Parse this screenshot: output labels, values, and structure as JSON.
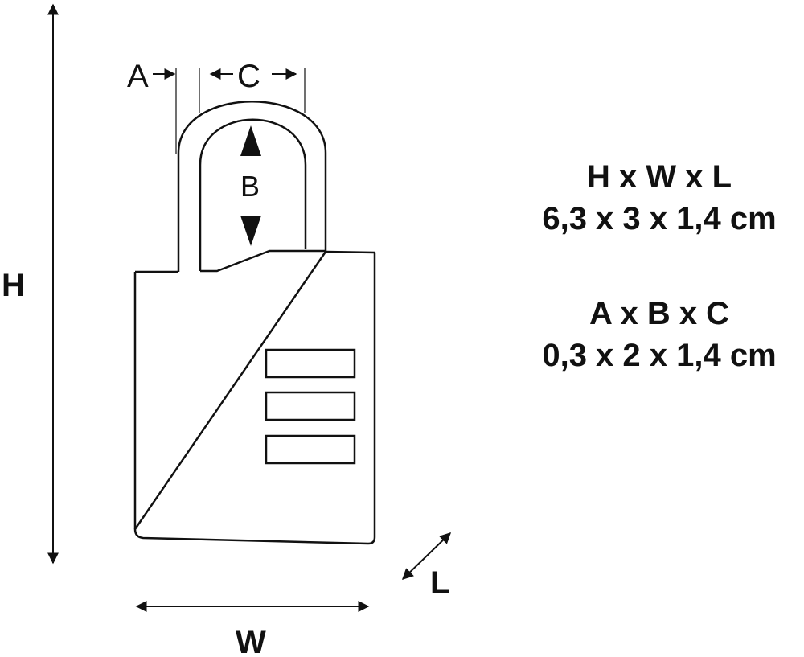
{
  "labels": {
    "height": "H",
    "width": "W",
    "length": "L",
    "shackle_thickness": "A",
    "shackle_clearance": "B",
    "shackle_width": "C"
  },
  "specs": [
    {
      "title": "H x W x L",
      "value": "6,3 x 3 x 1,4 cm"
    },
    {
      "title": "A x B x C",
      "value": "0,3 x 2 x 1,4 cm"
    }
  ],
  "icons": [
    "padlock-icon",
    "combination-dial-icon",
    "dimension-arrow-icon"
  ]
}
